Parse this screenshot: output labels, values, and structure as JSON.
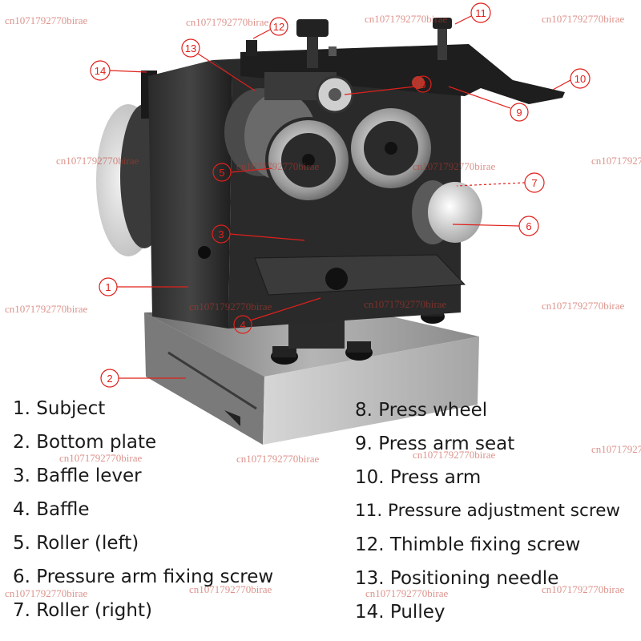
{
  "colors": {
    "callout": "#e0201b",
    "watermark": "#c0392b",
    "text": "#1a1a1a"
  },
  "callouts": [
    "1",
    "2",
    "3",
    "4",
    "5",
    "6",
    "7",
    "8",
    "9",
    "10",
    "11",
    "12",
    "13",
    "14"
  ],
  "watermark_text": "cn1071792770birae",
  "legend": [
    {
      "num": "1.",
      "label": "Subject"
    },
    {
      "num": "2.",
      "label": "Bottom plate"
    },
    {
      "num": "3.",
      "label": "Baffle lever"
    },
    {
      "num": "4.",
      "label": "Baffle"
    },
    {
      "num": "5.",
      "label": "Roller (left)"
    },
    {
      "num": "6.",
      "label": "Pressure arm fixing screw"
    },
    {
      "num": "7.",
      "label": "Roller (right)"
    },
    {
      "num": "8.",
      "label": "Press wheel"
    },
    {
      "num": "9.",
      "label": "Press arm seat"
    },
    {
      "num": "10.",
      "label": "Press arm"
    },
    {
      "num": "11.",
      "label": "Pressure adjustment screw"
    },
    {
      "num": "12.",
      "label": "Thimble fixing screw"
    },
    {
      "num": "13.",
      "label": "Positioning needle"
    },
    {
      "num": "14.",
      "label": "Pulley"
    }
  ]
}
